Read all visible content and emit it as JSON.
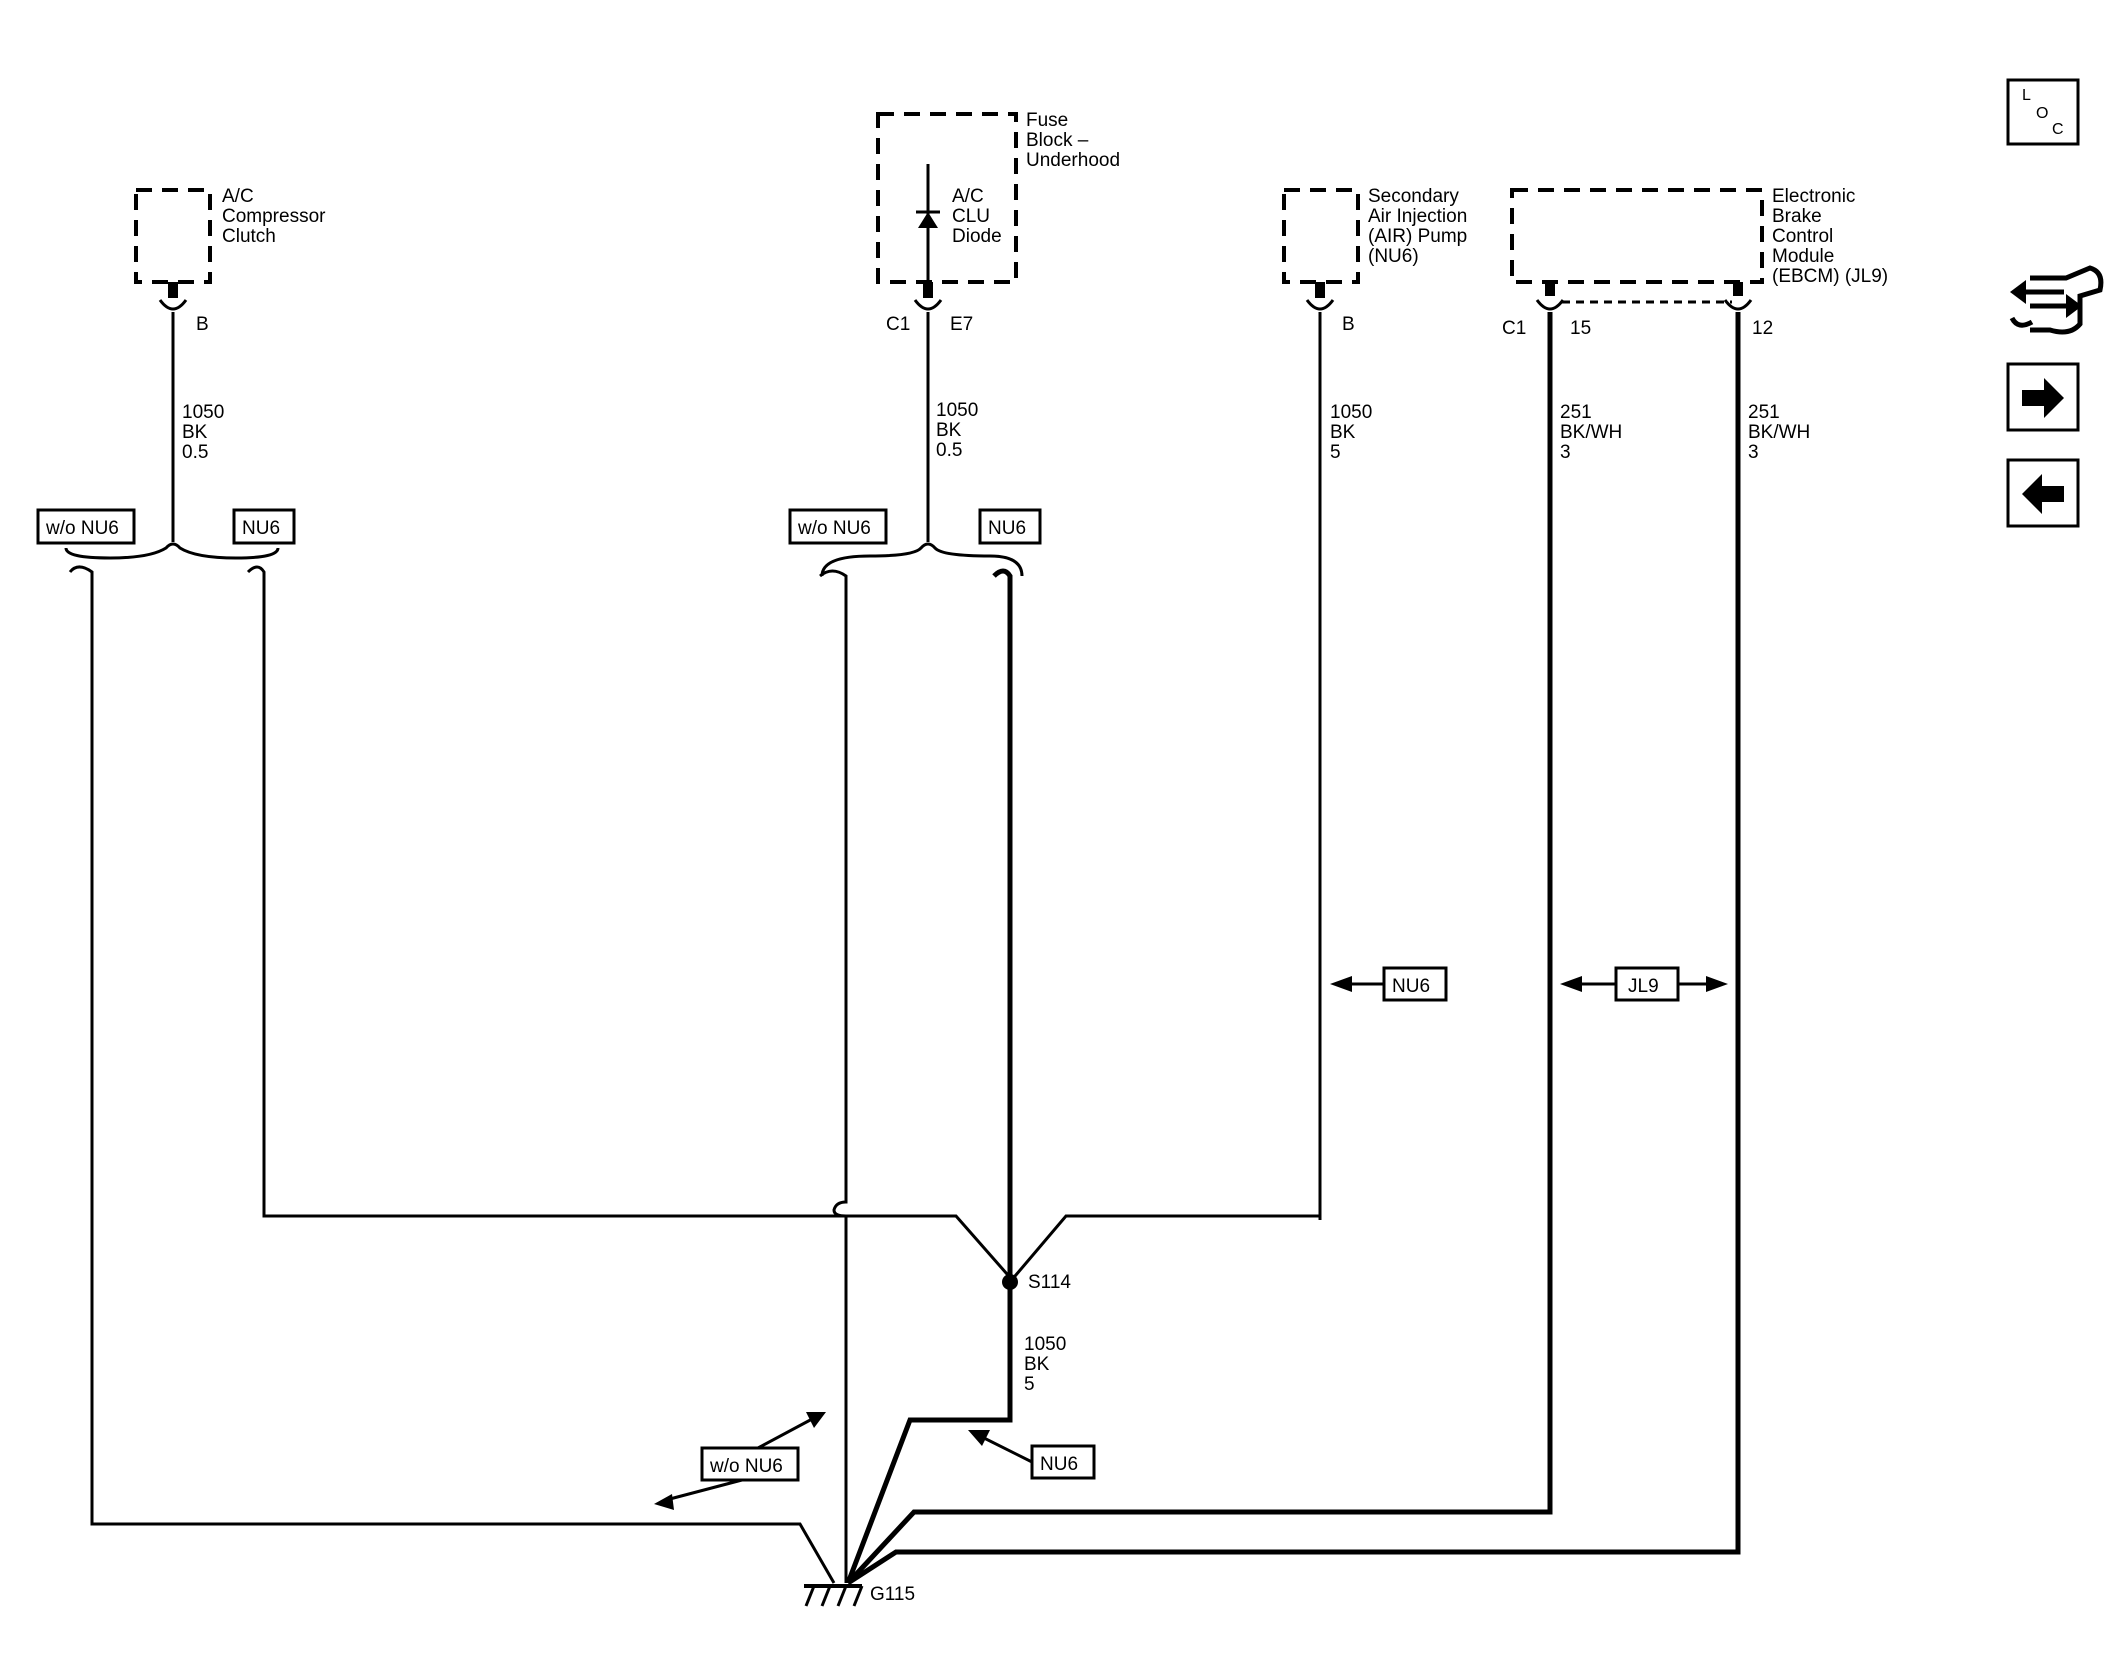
{
  "components": {
    "ac_clutch": [
      "A/C",
      "Compressor",
      "Clutch"
    ],
    "fuse_block": [
      "Fuse",
      "Block –",
      "Underhood"
    ],
    "clu_diode": [
      "A/C",
      "CLU",
      "Diode"
    ],
    "air_pump": [
      "Secondary",
      "Air Injection",
      "(AIR) Pump",
      "(NU6)"
    ],
    "ebcm": [
      "Electronic",
      "Brake",
      "Control",
      "Module",
      "(EBCM) (JL9)"
    ]
  },
  "terminals": {
    "ac_clutch": "B",
    "fuse_connector": "C1",
    "fuse_pin": "E7",
    "air_pump": "B",
    "ebcm_connector": "C1",
    "ebcm_pin_a": "15",
    "ebcm_pin_b": "12"
  },
  "wires": {
    "ac_clutch": [
      "1050",
      "BK",
      "0.5"
    ],
    "fuse": [
      "1050",
      "BK",
      "0.5"
    ],
    "air_pump": [
      "1050",
      "BK",
      "5"
    ],
    "ebcm_a": [
      "251",
      "BK/WH",
      "3"
    ],
    "ebcm_b": [
      "251",
      "BK/WH",
      "3"
    ],
    "splice_out": [
      "1050",
      "BK",
      "5"
    ]
  },
  "options": {
    "without_nu6": "w/o NU6",
    "nu6": "NU6",
    "jl9": "JL9"
  },
  "splice": "S114",
  "ground": "G115",
  "nav": {
    "loc": [
      "L",
      "O",
      "C"
    ],
    "icons": [
      "connector-icon",
      "arrow-right-icon",
      "arrow-left-icon"
    ]
  }
}
